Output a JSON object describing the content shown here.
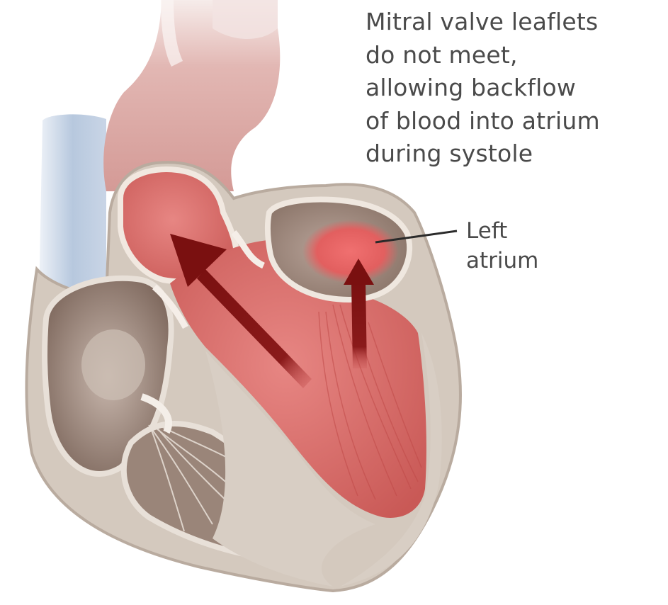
{
  "annotations": {
    "mitral_caption": {
      "line1": "Mitral valve leaflets",
      "line2": "do not meet,",
      "line3": "allowing backflow",
      "line4": "of blood into atrium",
      "line5": "during systole"
    },
    "left_atrium_label": {
      "line1": "Left",
      "line2": "atrium"
    }
  },
  "colors": {
    "background": "#ffffff",
    "text": "#4a4a4a",
    "aorta": "#dca7a3",
    "vein": "#b9c8dc",
    "heart_wall": "#d2c7bc",
    "chamber_dark": "#8a7468",
    "ventricle_red": "#d86a68",
    "backflow_arrow": "#7a1414",
    "regurgitation_jet": "#e05a5a"
  }
}
